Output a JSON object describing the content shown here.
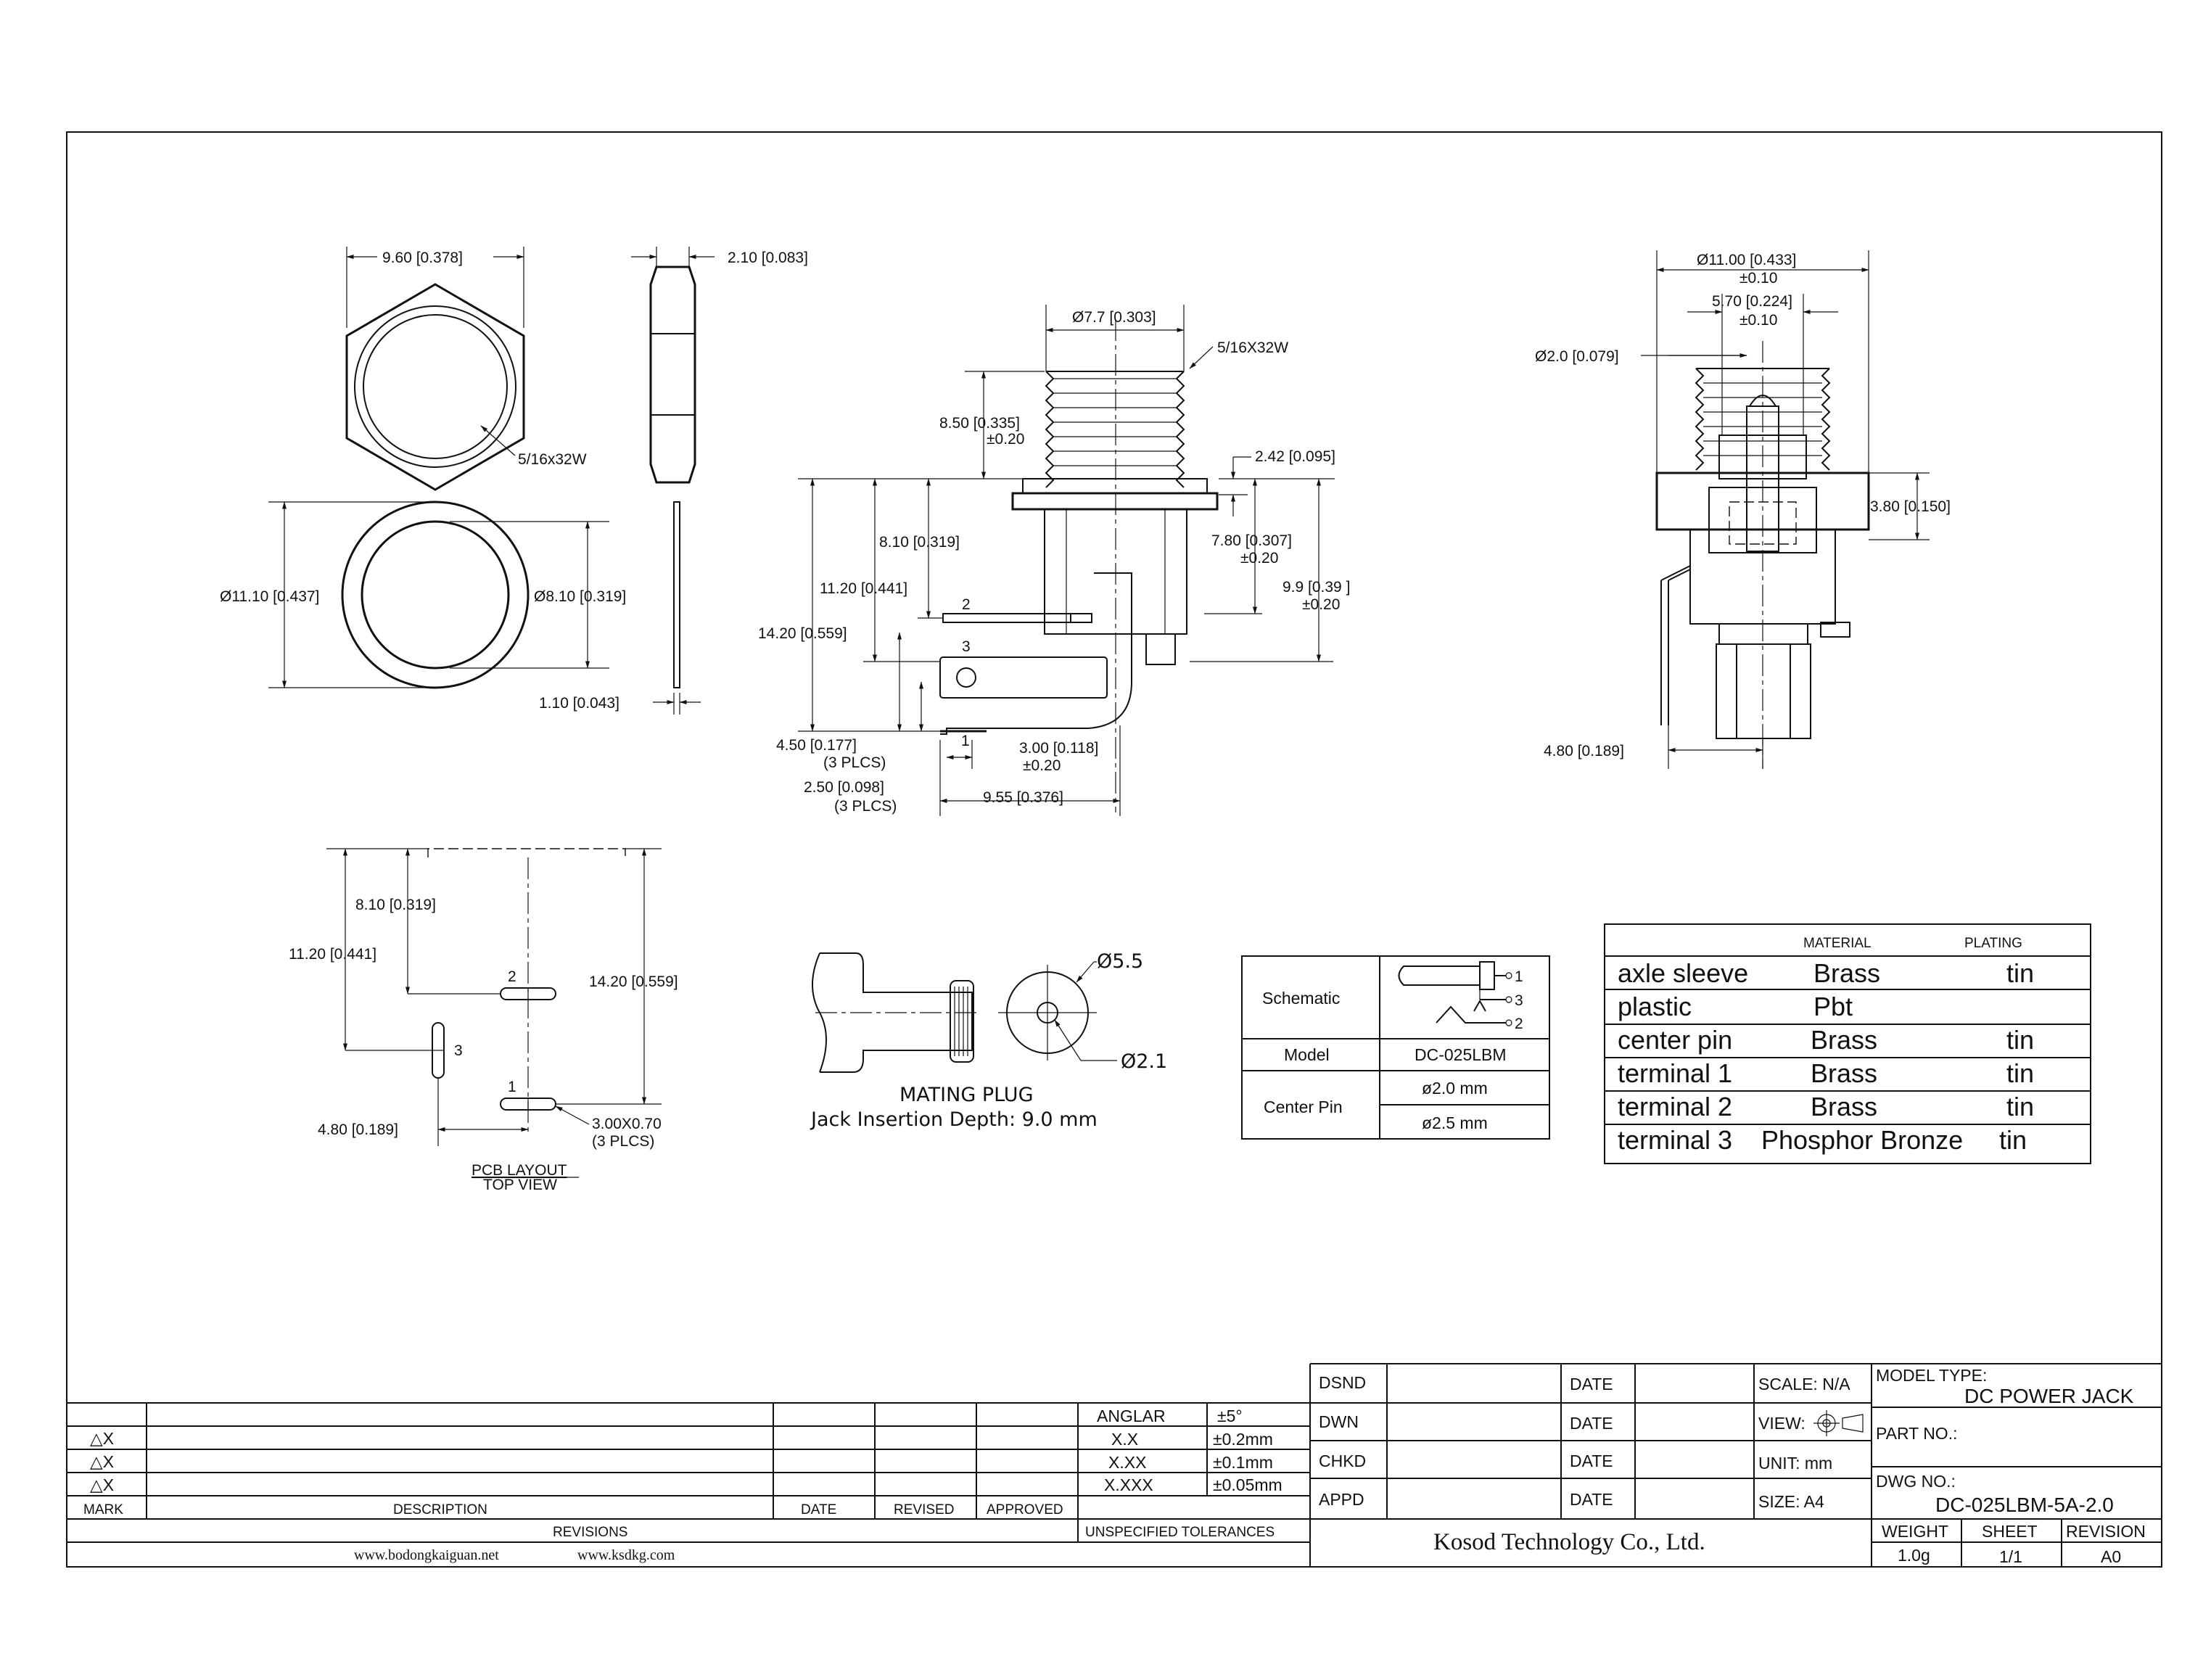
{
  "nut_views": {
    "width": "9.60 [0.378]",
    "thickness": "2.10 [0.083]",
    "thread": "5/16x32W",
    "washer_od": "Ø11.10 [0.437]",
    "washer_id": "Ø8.10 [0.319]",
    "washer_thickness": "1.10 [0.043]"
  },
  "side_view": {
    "thread_dia": "Ø7.7 [0.303]",
    "thread": "5/16X32W",
    "thread_len": "8.50 [0.335]",
    "thread_len_tol": "±0.20",
    "flange": "2.42 [0.095]",
    "d810": "8.10 [0.319]",
    "d1120": "11.20 [0.441]",
    "d1420": "14.20 [0.559]",
    "d780": "7.80 [0.307]",
    "d780_tol": "±0.20",
    "d99": "9.9 [0.39 ]",
    "d99_tol": "±0.20",
    "pin1": "1",
    "pin2": "2",
    "pin3": "3",
    "d450": "4.50 [0.177]",
    "d450_qty": "(3 PLCS)",
    "d250": "2.50 [0.098]",
    "d250_qty": "(3 PLCS)",
    "d300": "3.00 [0.118]",
    "d300_tol": "±0.20",
    "d955": "9.55 [0.376]"
  },
  "front_view": {
    "od": "Ø11.00 [0.433]",
    "od_tol": "±0.10",
    "bore": "5.70 [0.224]",
    "bore_tol": "±0.10",
    "pin_dia": "Ø2.0 [0.079]",
    "d380": "3.80 [0.150]",
    "d480": "4.80 [0.189]"
  },
  "pcb_layout": {
    "d810": "8.10 [0.319]",
    "d1120": "11.20 [0.441]",
    "d1420": "14.20 [0.559]",
    "d480": "4.80 [0.189]",
    "slot": "3.00X0.70",
    "slot_qty": "(3 PLCS)",
    "pad1": "1",
    "pad2": "2",
    "pad3": "3",
    "title": "PCB LAYOUT",
    "subtitle": "TOP VIEW"
  },
  "mating_plug": {
    "outer": "Ø5.5",
    "inner": "Ø2.1",
    "title": "MATING PLUG",
    "subtitle": "Jack Insertion Depth: 9.0 mm"
  },
  "spec_table": {
    "schematic_label": "Schematic",
    "schem_pins": [
      "1",
      "3",
      "2"
    ],
    "model_label": "Model",
    "model_value": "DC-025LBM",
    "center_pin_label": "Center Pin",
    "center_pin_values": [
      "ø2.0 mm",
      "ø2.5 mm"
    ]
  },
  "material_table": {
    "headers": [
      "MATERIAL",
      "PLATING"
    ],
    "rows": [
      {
        "part": "axle sleeve",
        "material": "Brass",
        "plating": "tin"
      },
      {
        "part": "plastic",
        "material": "Pbt",
        "plating": ""
      },
      {
        "part": "center pin",
        "material": "Brass",
        "plating": "tin"
      },
      {
        "part": "terminal 1",
        "material": "Brass",
        "plating": "tin"
      },
      {
        "part": "terminal 2",
        "material": "Brass",
        "plating": "tin"
      },
      {
        "part": "terminal 3",
        "material": "Phosphor Bronze",
        "plating": "tin"
      }
    ]
  },
  "revisions": {
    "rev_marks": [
      "△X",
      "△X",
      "△X"
    ],
    "headers": [
      "MARK",
      "DESCRIPTION",
      "DATE",
      "REVISED",
      "APPROVED"
    ],
    "title": "REVISIONS",
    "website1": "www.bodongkaiguan.net",
    "website2": "www.ksdkg.com"
  },
  "tolerances": {
    "rows": [
      {
        "label": "ANGLAR",
        "value": "±5°"
      },
      {
        "label": "X.X",
        "value": "±0.2mm"
      },
      {
        "label": "X.XX",
        "value": "±0.1mm"
      },
      {
        "label": "X.XXX",
        "value": "±0.05mm"
      }
    ],
    "title": "UNSPECIFIED TOLERANCES"
  },
  "approval": {
    "rows": [
      {
        "role": "DSND",
        "date": "DATE"
      },
      {
        "role": "DWN",
        "date": "DATE"
      },
      {
        "role": "CHKD",
        "date": "DATE"
      },
      {
        "role": "APPD",
        "date": "DATE"
      }
    ],
    "scale": "SCALE: N/A",
    "view": "VIEW:",
    "unit": "UNIT: mm",
    "size": "SIZE: A4",
    "company": "Kosod Technology Co., Ltd."
  },
  "title_block": {
    "model_type_label": "MODEL TYPE:",
    "model_type": "DC POWER JACK",
    "part_no_label": "PART NO.:",
    "dwg_no_label": "DWG NO.:",
    "dwg_no": "DC-025LBM-5A-2.0",
    "weight_label": "WEIGHT",
    "weight": "1.0g",
    "sheet_label": "SHEET",
    "sheet": "1/1",
    "revision_label": "REVISION",
    "revision": "A0"
  }
}
